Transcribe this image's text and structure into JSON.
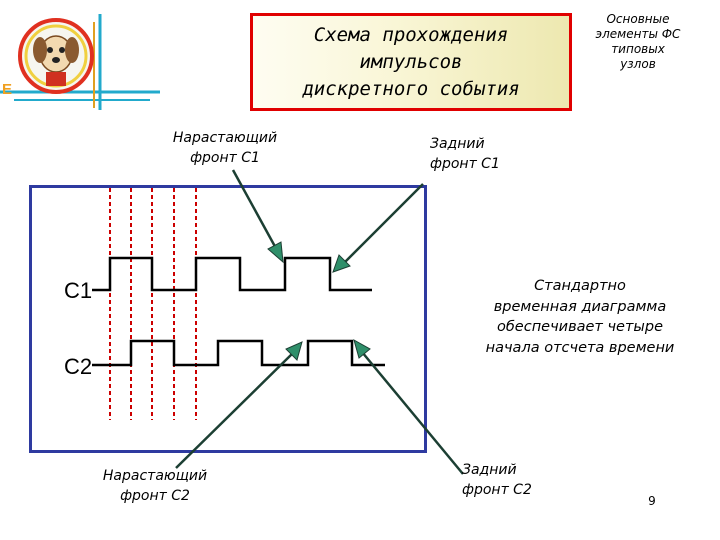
{
  "title": "Схема прохождения\nимпульсов\nдискретного события",
  "top_right_note": "Основные\nэлементы ФС\nтиповых\nузлов",
  "annotations": {
    "rising_edge_c1": "Нарастающий\nфронт С1",
    "falling_edge_c1": "Задний\nфронт С1",
    "rising_edge_c2": "Нарастающий\nфронт С2",
    "falling_edge_c2": "Задний\nфронт С2",
    "standard_note": "Стандартно\nвременная диаграмма\nобеспечивает четыре\nначала отсчета времени"
  },
  "signals": {
    "c1_label": "C1",
    "c2_label": "C2"
  },
  "logo_letter": "E",
  "page_number": "9",
  "colors": {
    "title_border": "#e00000",
    "frame_border": "#2e3aa0",
    "arrow_fill": "#2f8f6a",
    "marker_lines": "#cc0000",
    "logo_ring": "#e03020",
    "logo_lines": "#22aacc"
  }
}
